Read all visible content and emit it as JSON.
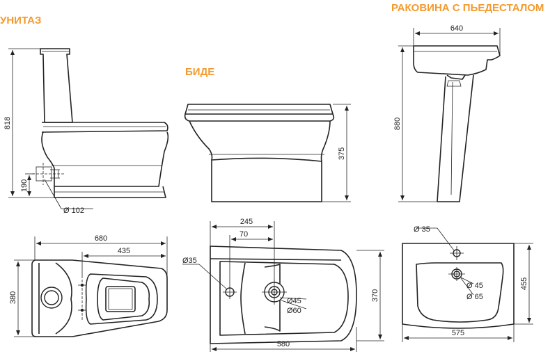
{
  "titles": {
    "toilet": "УНИТАЗ",
    "bidet": "БИДЕ",
    "sink": "РАКОВИНА С ПЬЕДЕСТАЛОМ"
  },
  "dimensions": {
    "toilet_height": "818",
    "toilet_outlet_height": "190",
    "toilet_outlet_dia": "Ø 102",
    "toilet_length": "680",
    "toilet_bolt_spacing": "435",
    "toilet_width": "380",
    "bidet_height": "375",
    "bidet_dist_245": "245",
    "bidet_dist_70": "70",
    "bidet_hole_35": "Ø35",
    "bidet_hole_45": "Ø45",
    "bidet_hole_60": "Ø60",
    "bidet_width": "370",
    "bidet_length": "580",
    "sink_width_top": "640",
    "sink_height": "880",
    "sink_hole_35": "Ø 35",
    "sink_hole_45": "Ø 45",
    "sink_hole_65": "Ø 65",
    "sink_depth": "455",
    "sink_width": "575"
  }
}
